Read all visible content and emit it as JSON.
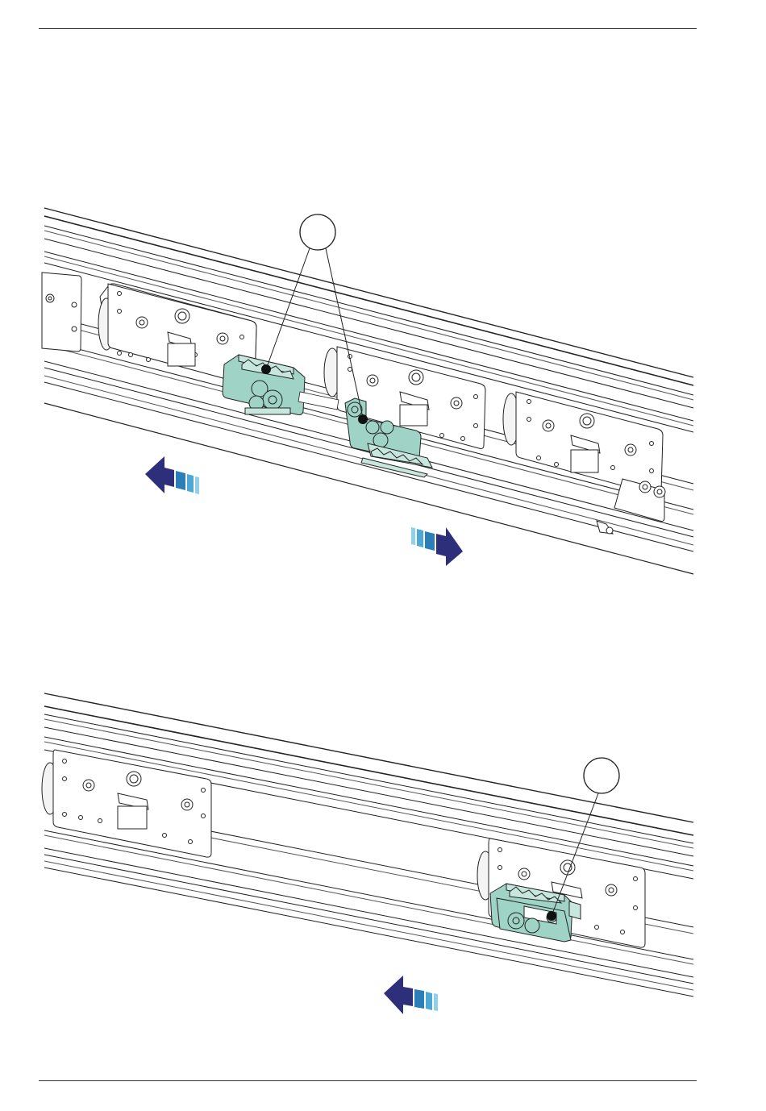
{
  "colors": {
    "line": "#222222",
    "part_fill": "#9fd3c6",
    "arrow_dark": "#2e2f7a",
    "arrow_mid": "#2a7fb8",
    "arrow_light": "#8fd0ea",
    "callout_dot": "#111111"
  },
  "figures": [
    {
      "name": "upper-assembly",
      "callout_count": 2,
      "arrows": [
        {
          "direction": "left",
          "icon": "arrow-left-icon"
        },
        {
          "direction": "right",
          "icon": "arrow-right-icon"
        }
      ]
    },
    {
      "name": "lower-assembly",
      "callout_count": 1,
      "arrows": [
        {
          "direction": "left",
          "icon": "arrow-left-icon"
        }
      ]
    }
  ]
}
